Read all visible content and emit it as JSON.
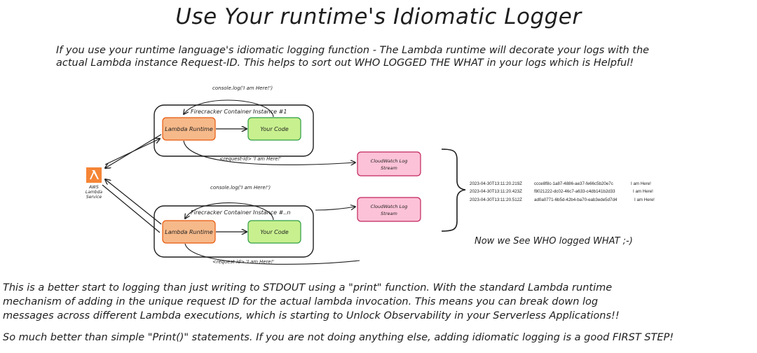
{
  "title": "Use Your runtime's Idiomatic Logger",
  "intro": [
    "If you use your runtime language's idiomatic logging function - The Lambda runtime will decorate your logs with the",
    "actual Lambda instance Request-ID.  This helps to sort out WHO LOGGED THE WHAT in your logs which is Helpful!"
  ],
  "diagram": {
    "instance1": {
      "label": "Firecracker Container Instance #1",
      "runtime": "Lambda Runtime",
      "code": "Your Code",
      "console_call": "console.log('I am Here!')",
      "log_label": "<request-id> 'I am Here!'"
    },
    "instance2": {
      "label": "Firecracker Container Instance #..n",
      "runtime": "Lambda Runtime",
      "code": "Your Code",
      "console_call": "console.log('I am Here!')",
      "log_label": "<request-id> 'I am Here!'"
    },
    "aws": {
      "line1": "AWS",
      "line2": "Lambda",
      "line3": "Service"
    },
    "stream1": {
      "line1": "CloudWatch Log",
      "line2": "Stream"
    },
    "stream2": {
      "line1": "CloudWatch Log",
      "line2": "Stream"
    },
    "log_rows": [
      {
        "time": "2023-04-30T13:11:20.219Z",
        "id": "ccce8f8c-1a87-4886-ae37-fe66c5b20e7c",
        "msg": "I am Here!"
      },
      {
        "time": "2023-04-30T13:11:20.423Z",
        "id": "f8021222-dc02-46c7-a633-c4db141b2d33",
        "msg": "I am Here!"
      },
      {
        "time": "2023-04-30T13:11:20.512Z",
        "id": "ad0a0771-6b5d-42b4-ba70-eab3ede5d7d4",
        "msg": "I am Here!"
      }
    ],
    "caption": "Now we See WHO logged WHAT ;-)"
  },
  "outro": [
    "This is a better start to logging than just writing to STDOUT using a \"print\" function.  With the standard Lambda runtime",
    "mechanism of adding in the unique request ID for the actual lambda invocation.  This means you can break down log",
    "messages across different Lambda executions, which is starting to Unlock Observability in your Serverless Applications!!"
  ],
  "final": "So much better than simple \"Print()\" statements. If you are not doing anything else, adding idiomatic logging is a good FIRST STEP!",
  "colors": {
    "runtime_fill": "#f6b98a",
    "runtime_stroke": "#e8590c",
    "code_fill": "#c8f08f",
    "code_stroke": "#2f9e44",
    "stream_fill": "#fcc2d7",
    "stream_stroke": "#c2255c",
    "aws_orange": "#f58536"
  }
}
